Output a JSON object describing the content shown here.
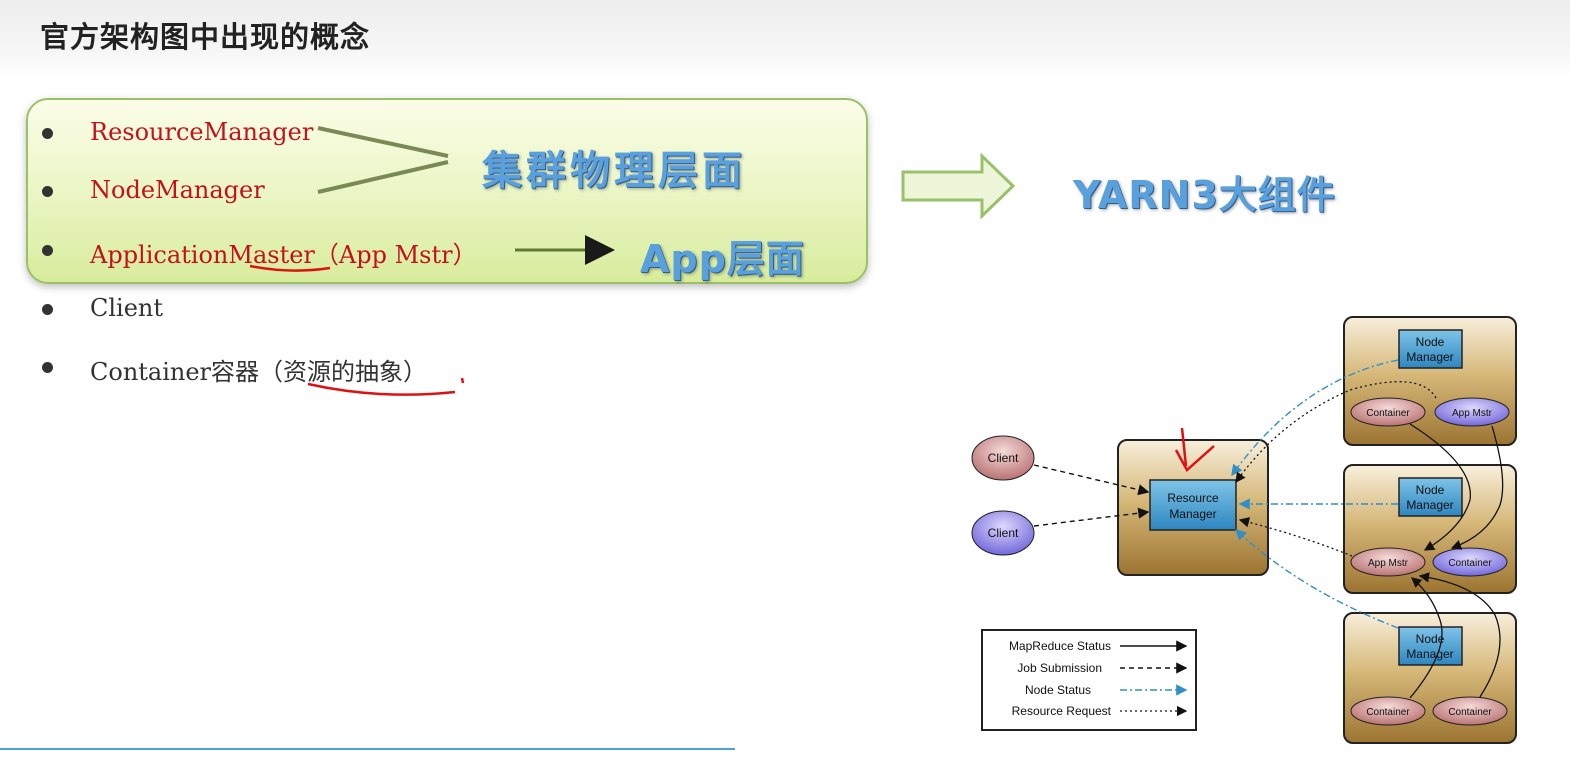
{
  "title": "官方架构图中出现的概念",
  "items": [
    {
      "text": "ResourceManager"
    },
    {
      "text": "NodeManager"
    },
    {
      "text": "ApplicationMaster（App Mstr）"
    },
    {
      "text": "Client"
    },
    {
      "text": "Container容器（资源的抽象）"
    }
  ],
  "labels": {
    "cluster": "集群物理层面",
    "app": "App层面",
    "yarn": "YARN3大组件"
  },
  "diagram": {
    "clients": [
      "Client",
      "Client"
    ],
    "resource_manager": [
      "Resource",
      "Manager"
    ],
    "node_manager": [
      "Node",
      "Manager"
    ],
    "container": "Container",
    "app_mstr": "App Mstr",
    "legend": [
      "MapReduce Status",
      "Job Submission",
      "Node Status",
      "Resource Request"
    ]
  },
  "colors": {
    "highlight_text": "#c4111d",
    "label_blue": "#5aa0dc",
    "node_box": "#b8924a",
    "manager_blue": "#2f8fc6",
    "node_status_line": "#2f8fc6"
  }
}
